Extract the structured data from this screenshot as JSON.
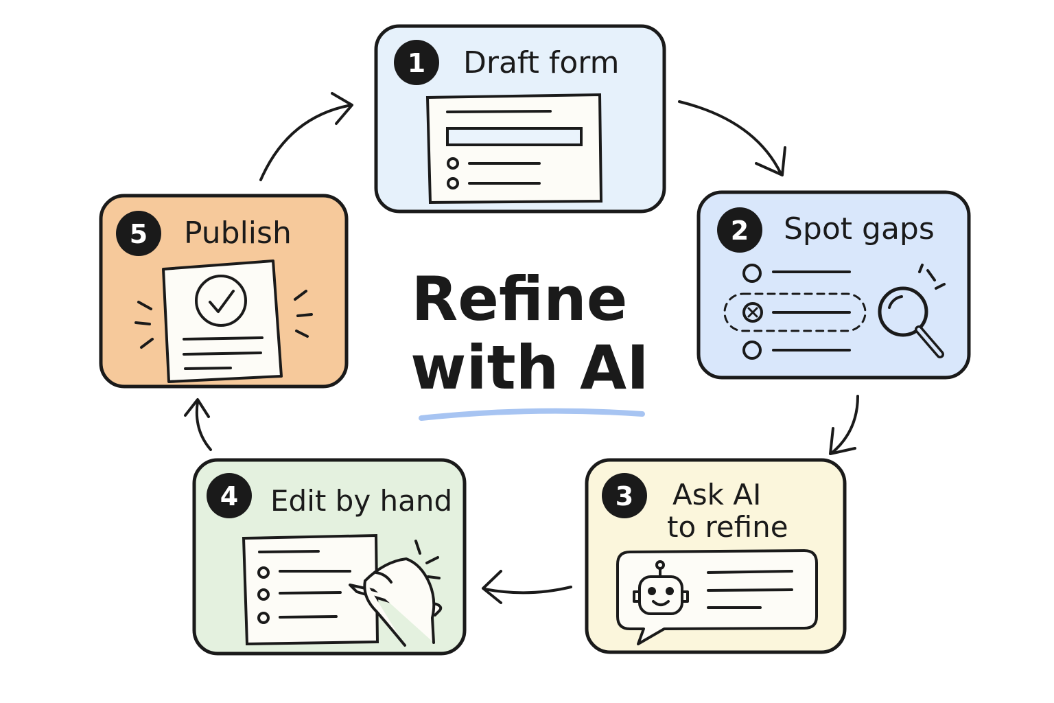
{
  "title": {
    "line1": "Refine",
    "line2": "with AI",
    "underline_color": "#a7c4f2"
  },
  "cycle_direction": "clockwise",
  "steps": [
    {
      "number": "1",
      "label": "Draft form",
      "color": "#e6f1fb",
      "icon": "form-document-icon"
    },
    {
      "number": "2",
      "label": "Spot gaps",
      "color": "#d9e7fb",
      "icon": "magnifier-icon"
    },
    {
      "number": "3",
      "label_line1": "Ask AI",
      "label_line2": "to refine",
      "color": "#fbf6dc",
      "icon": "robot-chat-icon"
    },
    {
      "number": "4",
      "label": "Edit by hand",
      "color": "#e4f1df",
      "icon": "hand-pen-icon"
    },
    {
      "number": "5",
      "label": "Publish",
      "color": "#f6c99b",
      "icon": "approved-document-icon"
    }
  ],
  "colors": {
    "stroke": "#1a1a1a",
    "badge": "#1a1a1a",
    "paper": "#fdfcf7"
  }
}
